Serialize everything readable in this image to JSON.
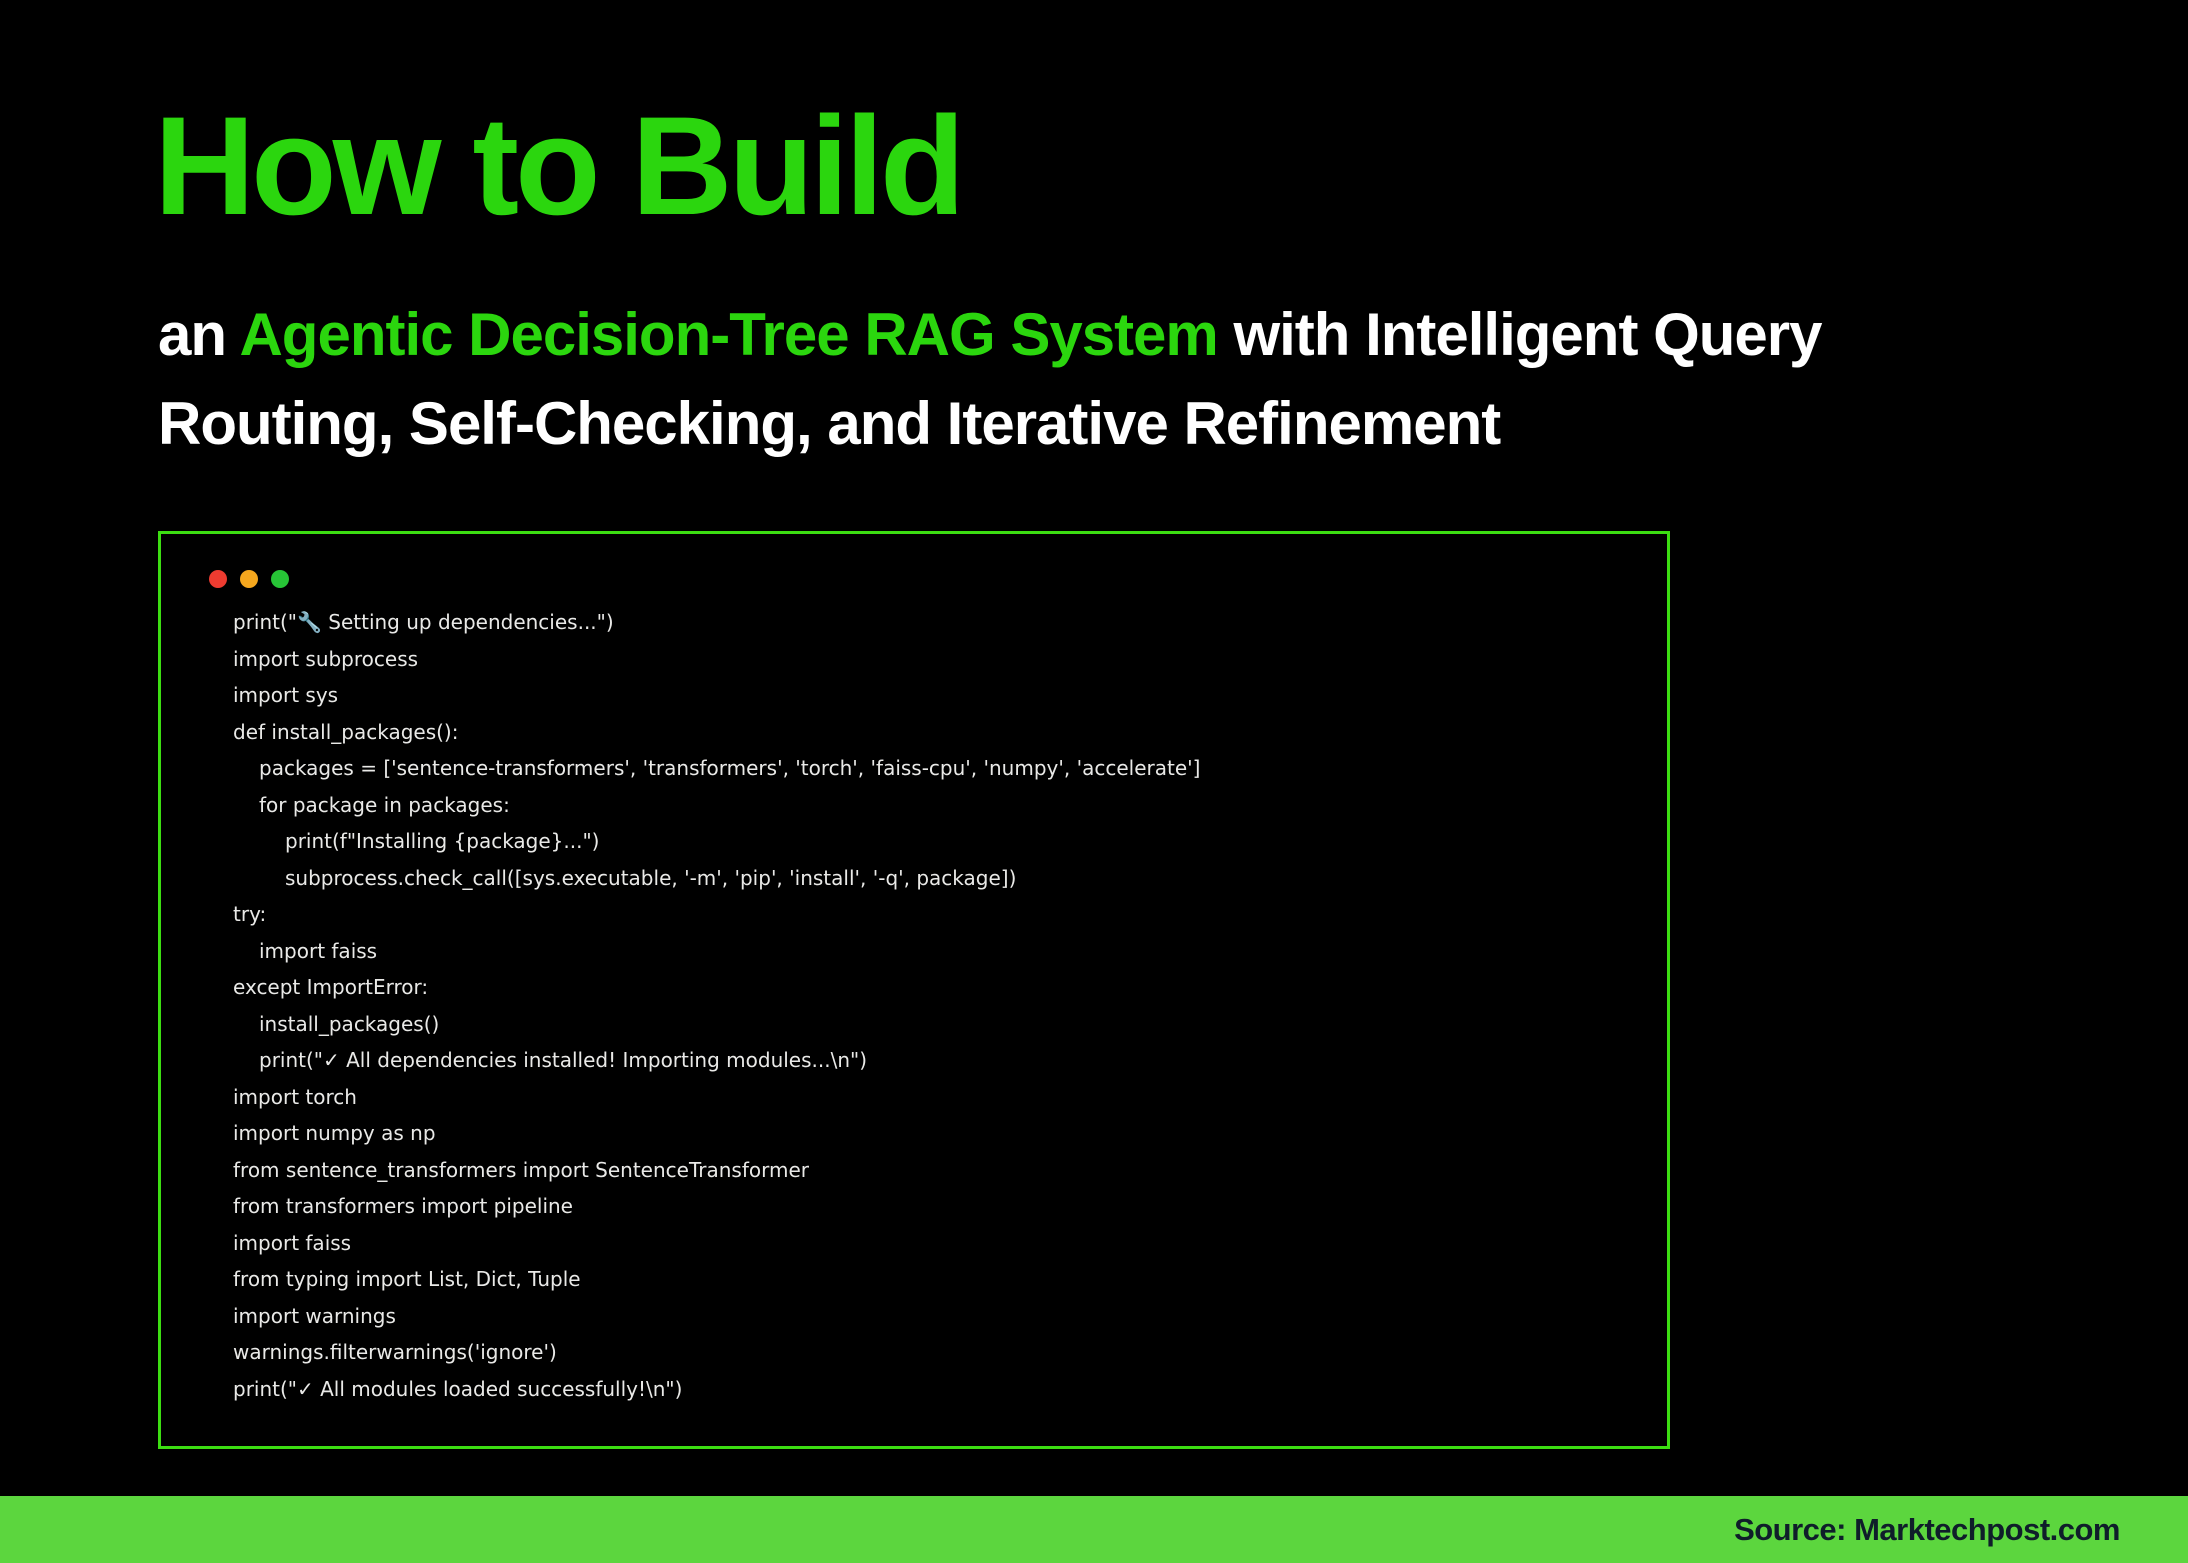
{
  "colors": {
    "background": "#000000",
    "accent_green": "#2bd60e",
    "window_border_green": "#3cdd12",
    "footer_green": "#5cd63e",
    "footer_text": "#0f1e2a",
    "code_text": "#e9e9e7",
    "white": "#ffffff"
  },
  "header": {
    "title": "How to Build",
    "subtitle_lines": [
      {
        "segments": [
          {
            "text": "an ",
            "highlight": false
          },
          {
            "text": "Agentic Decision-Tree RAG System",
            "highlight": true
          },
          {
            "text": " with Intelligent Query",
            "highlight": false
          }
        ]
      },
      {
        "segments": [
          {
            "text": "Routing, Self-Checking, and Iterative Refinement",
            "highlight": false
          }
        ]
      }
    ]
  },
  "code_window": {
    "traffic_lights": [
      {
        "name": "close-control",
        "color": "#ee3b30"
      },
      {
        "name": "minimize-control",
        "color": "#f5a71e"
      },
      {
        "name": "zoom-control",
        "color": "#27c436"
      }
    ],
    "lines": [
      {
        "indent": 0,
        "text": "print(\"🔧 Setting up dependencies...\")"
      },
      {
        "indent": 0,
        "text": "import subprocess"
      },
      {
        "indent": 0,
        "text": "import sys"
      },
      {
        "indent": 0,
        "text": "def install_packages():"
      },
      {
        "indent": 1,
        "text": "packages = ['sentence-transformers', 'transformers', 'torch', 'faiss-cpu', 'numpy', 'accelerate']"
      },
      {
        "indent": 1,
        "text": "for package in packages:"
      },
      {
        "indent": 2,
        "text": "print(f\"Installing {package}...\")"
      },
      {
        "indent": 2,
        "text": "subprocess.check_call([sys.executable, '-m', 'pip', 'install', '-q', package])"
      },
      {
        "indent": 0,
        "text": "try:"
      },
      {
        "indent": 1,
        "text": "import faiss"
      },
      {
        "indent": 0,
        "text": "except ImportError:"
      },
      {
        "indent": 1,
        "text": "install_packages()"
      },
      {
        "indent": 1,
        "text": "print(\"✓ All dependencies installed! Importing modules...\\n\")"
      },
      {
        "indent": 0,
        "text": "import torch"
      },
      {
        "indent": 0,
        "text": "import numpy as np"
      },
      {
        "indent": 0,
        "text": "from sentence_transformers import SentenceTransformer"
      },
      {
        "indent": 0,
        "text": "from transformers import pipeline"
      },
      {
        "indent": 0,
        "text": "import faiss"
      },
      {
        "indent": 0,
        "text": "from typing import List, Dict, Tuple"
      },
      {
        "indent": 0,
        "text": "import warnings"
      },
      {
        "indent": 0,
        "text": "warnings.filterwarnings('ignore')"
      },
      {
        "indent": 0,
        "text": "print(\"✓ All modules loaded successfully!\\n\")"
      }
    ]
  },
  "footer": {
    "source_label": "Source: Marktechpost.com"
  }
}
